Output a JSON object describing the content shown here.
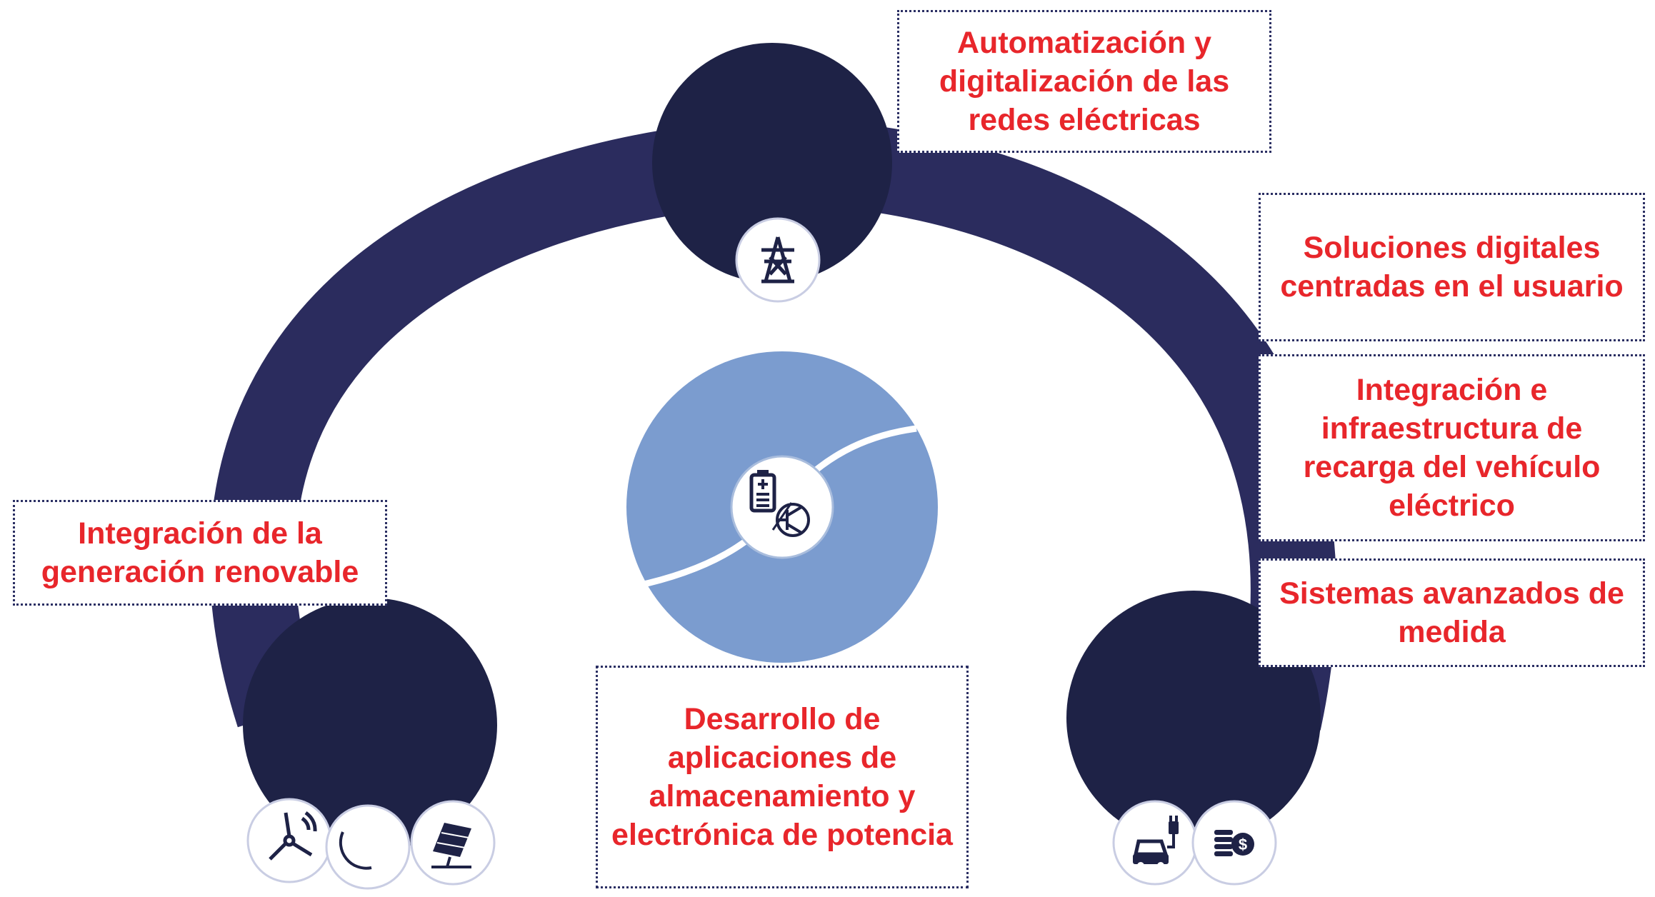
{
  "colors": {
    "arc": "#2b2c5e",
    "node_circle": "#1e2246",
    "center_disc": "#7b9ccf",
    "label_text": "#e8262b",
    "box_border": "#2b2f63"
  },
  "labels": {
    "grid_automation": "Automatización y digitalización de las redes eléctricas",
    "user_digital_solutions": "Soluciones digitales centradas en el usuario",
    "ev_charging": "Integración e infraestructura de recarga del vehículo eléctrico",
    "advanced_metering": "Sistemas avanzados de medida",
    "renewable_integration": "Integración de la generación renovable",
    "storage_power_electronics": "Desarrollo de aplicaciones de almacenamiento y electrónica de potencia"
  },
  "icons": {
    "top": "transmission-tower-icon",
    "center": [
      "battery-icon",
      "transistor-icon"
    ],
    "left": [
      "wind-turbine-icon",
      "hydro-wave-icon",
      "solar-panel-icon"
    ],
    "right": [
      "ev-charging-car-icon",
      "coins-dollar-icon"
    ]
  }
}
